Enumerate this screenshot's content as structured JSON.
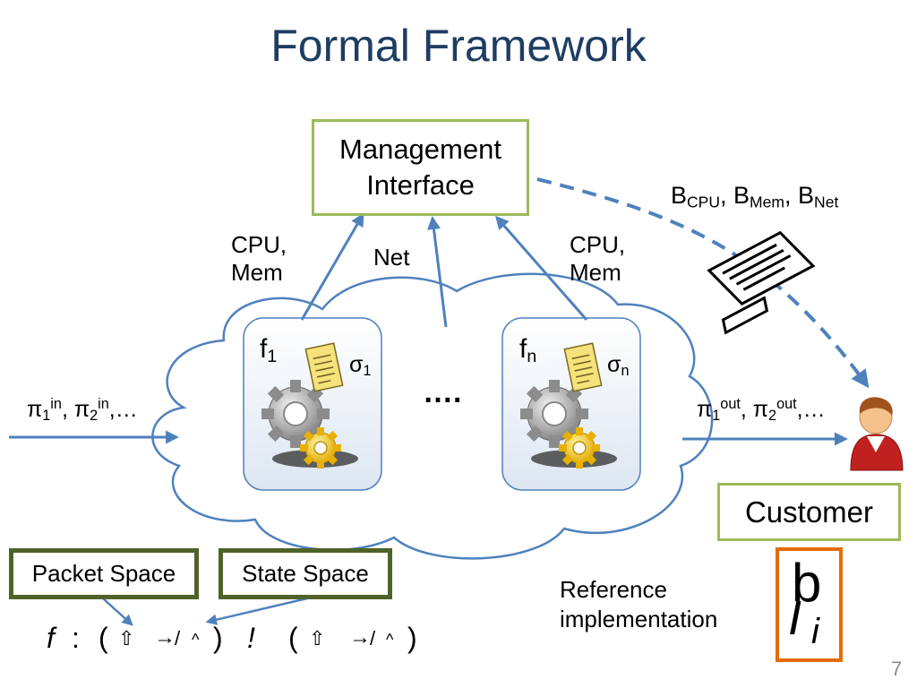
{
  "title": "Formal Framework",
  "management_box": {
    "line1": "Management",
    "line2": "Interface"
  },
  "labels": {
    "cpu_mem_left_1": "CPU,",
    "cpu_mem_left_2": "Mem",
    "net": "Net",
    "cpu_mem_right_1": "CPU,",
    "cpu_mem_right_2": "Mem",
    "budget": {
      "b1": "B",
      "s1": "CPU",
      "sep1": ", B",
      "s2": "Mem",
      "sep2": ", B",
      "s3": "Net"
    },
    "ellipsis": "….",
    "reference_1": "Reference",
    "reference_2": "implementation",
    "page_number": "7"
  },
  "functions": [
    {
      "name": "f",
      "name_sub": "1",
      "state": "σ",
      "state_sub": "1"
    },
    {
      "name": "f",
      "name_sub": "n",
      "state": "σ",
      "state_sub": "n"
    }
  ],
  "input_packets": {
    "p": "π",
    "s1": "1",
    "in1": "in",
    "sep": ", π",
    "s2": "2",
    "in2": "in",
    "tail": ",…"
  },
  "output_packets": {
    "p": "π",
    "s1": "1",
    "out1": "out",
    "sep": ", π",
    "s2": "2",
    "out2": "out",
    "tail": ",…"
  },
  "customer_label": "Customer",
  "packet_space_label": "Packet Space",
  "state_space_label": "State Space",
  "formula": {
    "f": "f",
    "colon": " :",
    "open1": "(",
    "sym1": "⇧",
    "arrow1": "→",
    "slash1": "/",
    "caret1": "^",
    "close1": ")",
    "bang": "!",
    "open2": "(",
    "sym2": "⇧",
    "arrow2": "→",
    "slash2": "/",
    "caret2": "^",
    "close2": ")"
  },
  "reference_glyphs": {
    "g1": "b",
    "g2": "I",
    "g3": "i"
  },
  "colors": {
    "title": "#1f3d62",
    "arrow": "#4f81bd",
    "green_border": "#9bbb59",
    "dark_green_border": "#4f6228",
    "orange_border": "#e46c0a",
    "cloud_border": "#4f81bd"
  }
}
